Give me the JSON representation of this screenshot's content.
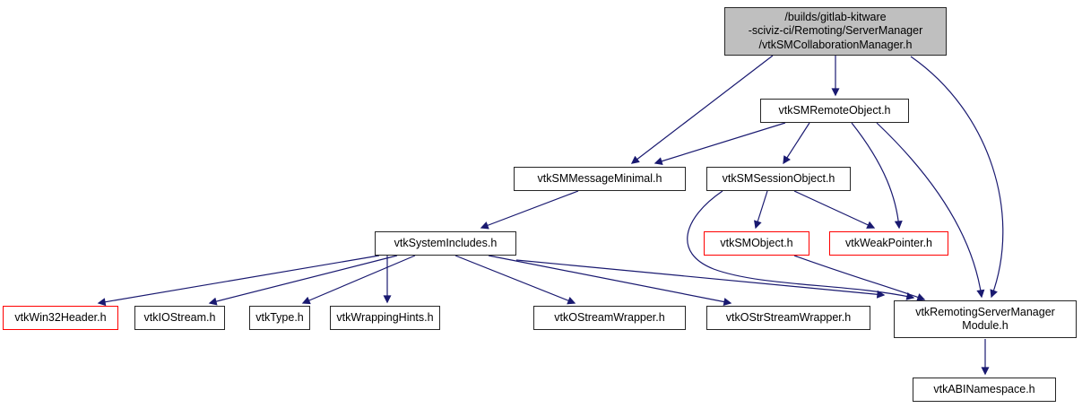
{
  "colors": {
    "edge": "#191970",
    "node_border": "#262626",
    "truncated_node_border": "#ff0000",
    "main_node_fill": "#bfbfbf",
    "node_fill": "#ffffff",
    "text": "#000000"
  },
  "graph": {
    "nodes": {
      "main": "/builds/gitlab-kitware\n-sciviz-ci/Remoting/ServerManager\n/vtkSMCollaborationManager.h",
      "sm_remote_object": "vtkSMRemoteObject.h",
      "sm_message_minimal": "vtkSMMessageMinimal.h",
      "sm_session_object": "vtkSMSessionObject.h",
      "system_includes": "vtkSystemIncludes.h",
      "sm_object": "vtkSMObject.h",
      "weak_pointer": "vtkWeakPointer.h",
      "win32_header": "vtkWin32Header.h",
      "iostream": "vtkIOStream.h",
      "type": "vtkType.h",
      "wrapping_hints": "vtkWrappingHints.h",
      "ostream_wrapper": "vtkOStreamWrapper.h",
      "ostrstream_wrapper": "vtkOStrStreamWrapper.h",
      "remoting_module": "vtkRemotingServerManager\nModule.h",
      "abi_namespace": "vtkABINamespace.h"
    },
    "edges": [
      {
        "from": "main",
        "to": "sm_message_minimal"
      },
      {
        "from": "main",
        "to": "sm_remote_object"
      },
      {
        "from": "main",
        "to": "remoting_module"
      },
      {
        "from": "sm_remote_object",
        "to": "sm_message_minimal"
      },
      {
        "from": "sm_remote_object",
        "to": "sm_session_object"
      },
      {
        "from": "sm_remote_object",
        "to": "weak_pointer"
      },
      {
        "from": "sm_remote_object",
        "to": "remoting_module"
      },
      {
        "from": "sm_session_object",
        "to": "sm_object"
      },
      {
        "from": "sm_session_object",
        "to": "weak_pointer"
      },
      {
        "from": "sm_session_object",
        "to": "remoting_module"
      },
      {
        "from": "sm_object",
        "to": "remoting_module"
      },
      {
        "from": "system_includes",
        "to": "win32_header"
      },
      {
        "from": "system_includes",
        "to": "iostream"
      },
      {
        "from": "system_includes",
        "to": "type"
      },
      {
        "from": "system_includes",
        "to": "wrapping_hints"
      },
      {
        "from": "system_includes",
        "to": "ostream_wrapper"
      },
      {
        "from": "system_includes",
        "to": "ostrstream_wrapper"
      },
      {
        "from": "system_includes",
        "to": "remoting_module"
      },
      {
        "from": "sm_message_minimal",
        "to": "system_includes"
      },
      {
        "from": "remoting_module",
        "to": "abi_namespace"
      }
    ]
  }
}
